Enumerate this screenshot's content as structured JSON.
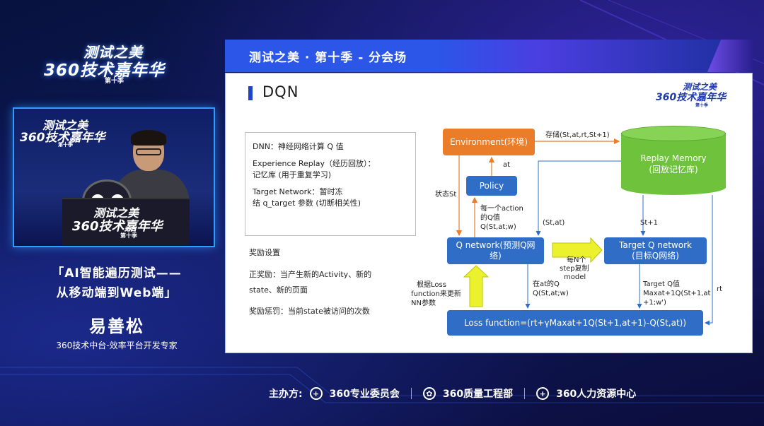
{
  "event_logo": {
    "line1": "测试之美",
    "line2": "360技术嘉年华",
    "line3": "第十季"
  },
  "video_logo": {
    "line1": "测试之美",
    "line2": "360技术嘉年华",
    "line3": "第十季"
  },
  "podium_logo": {
    "line1": "测试之美",
    "line2": "360技术嘉年华",
    "line3": "第十季"
  },
  "talk": {
    "title_line1": "「AI智能遍历测试——",
    "title_line2": "从移动端到Web端」",
    "speaker_name": "易善松",
    "speaker_role": "360技术中台-效率平台开发专家"
  },
  "slide_header": {
    "title": "测试之美 · 第十季 - 分会场"
  },
  "slide": {
    "title": "DQN",
    "logo": {
      "line1": "测试之美",
      "line2": "360技术嘉年华",
      "line3": "第十季"
    },
    "definitions": [
      "DNN：神经网络计算 Q 值",
      "Experience Replay（经历回放）：",
      "记忆库 (用于重复学习)",
      "Target Network：暂时冻",
      "结 q_target 参数 (切断相关性)"
    ],
    "reward": {
      "heading": "奖励设置",
      "positive_line1": "正奖励：当产生新的Activity、新的",
      "positive_line2": "state、新的页面",
      "penalty": "奖励惩罚：当前state被访问的次数"
    },
    "diagram": {
      "environment": "Environment(环境)",
      "policy": "Policy",
      "replay_memory_line1": "Replay Memory",
      "replay_memory_line2": "(回放记忆库)",
      "q_network_line1": "Q network(预测Q网",
      "q_network_line2": "络)",
      "target_q_line1": "Target Q network",
      "target_q_line2": "(目标Q网络)",
      "loss_function": "Loss function=(rt+γMaxat+1Q(St+1,at+1)-Q(St,at))",
      "label_store": "存储(St,at,rt,St+1)",
      "label_at": "at",
      "label_state": "状态St",
      "label_each_action_1": "每一个action",
      "label_each_action_2": "的Q值",
      "label_each_action_3": "Q(St,at;w)",
      "label_st_at": "(St,at)",
      "label_st1": "St+1",
      "label_copy_1": "每N个",
      "label_copy_2": "step复制",
      "label_copy_3": "model",
      "label_loss_update_1": "根据Loss",
      "label_loss_update_2": "function来更新",
      "label_loss_update_3": "NN参数",
      "label_q_at_1": "在at的Q",
      "label_q_at_2": "Q(St,at;w)",
      "label_target_1": "Target Q值",
      "label_target_2": "Maxat+1Q(St+1,at",
      "label_target_3": "+1;w')",
      "label_rt": "rt"
    }
  },
  "footer": {
    "host_label": "主办方:",
    "org1": "360专业委员会",
    "org2": "360质量工程部",
    "org3": "360人力资源中心"
  },
  "colors": {
    "accent_blue": "#2f6dc6",
    "orange": "#ea7d2a",
    "green": "#6fc23c",
    "header_blue": "#2b56e8"
  }
}
